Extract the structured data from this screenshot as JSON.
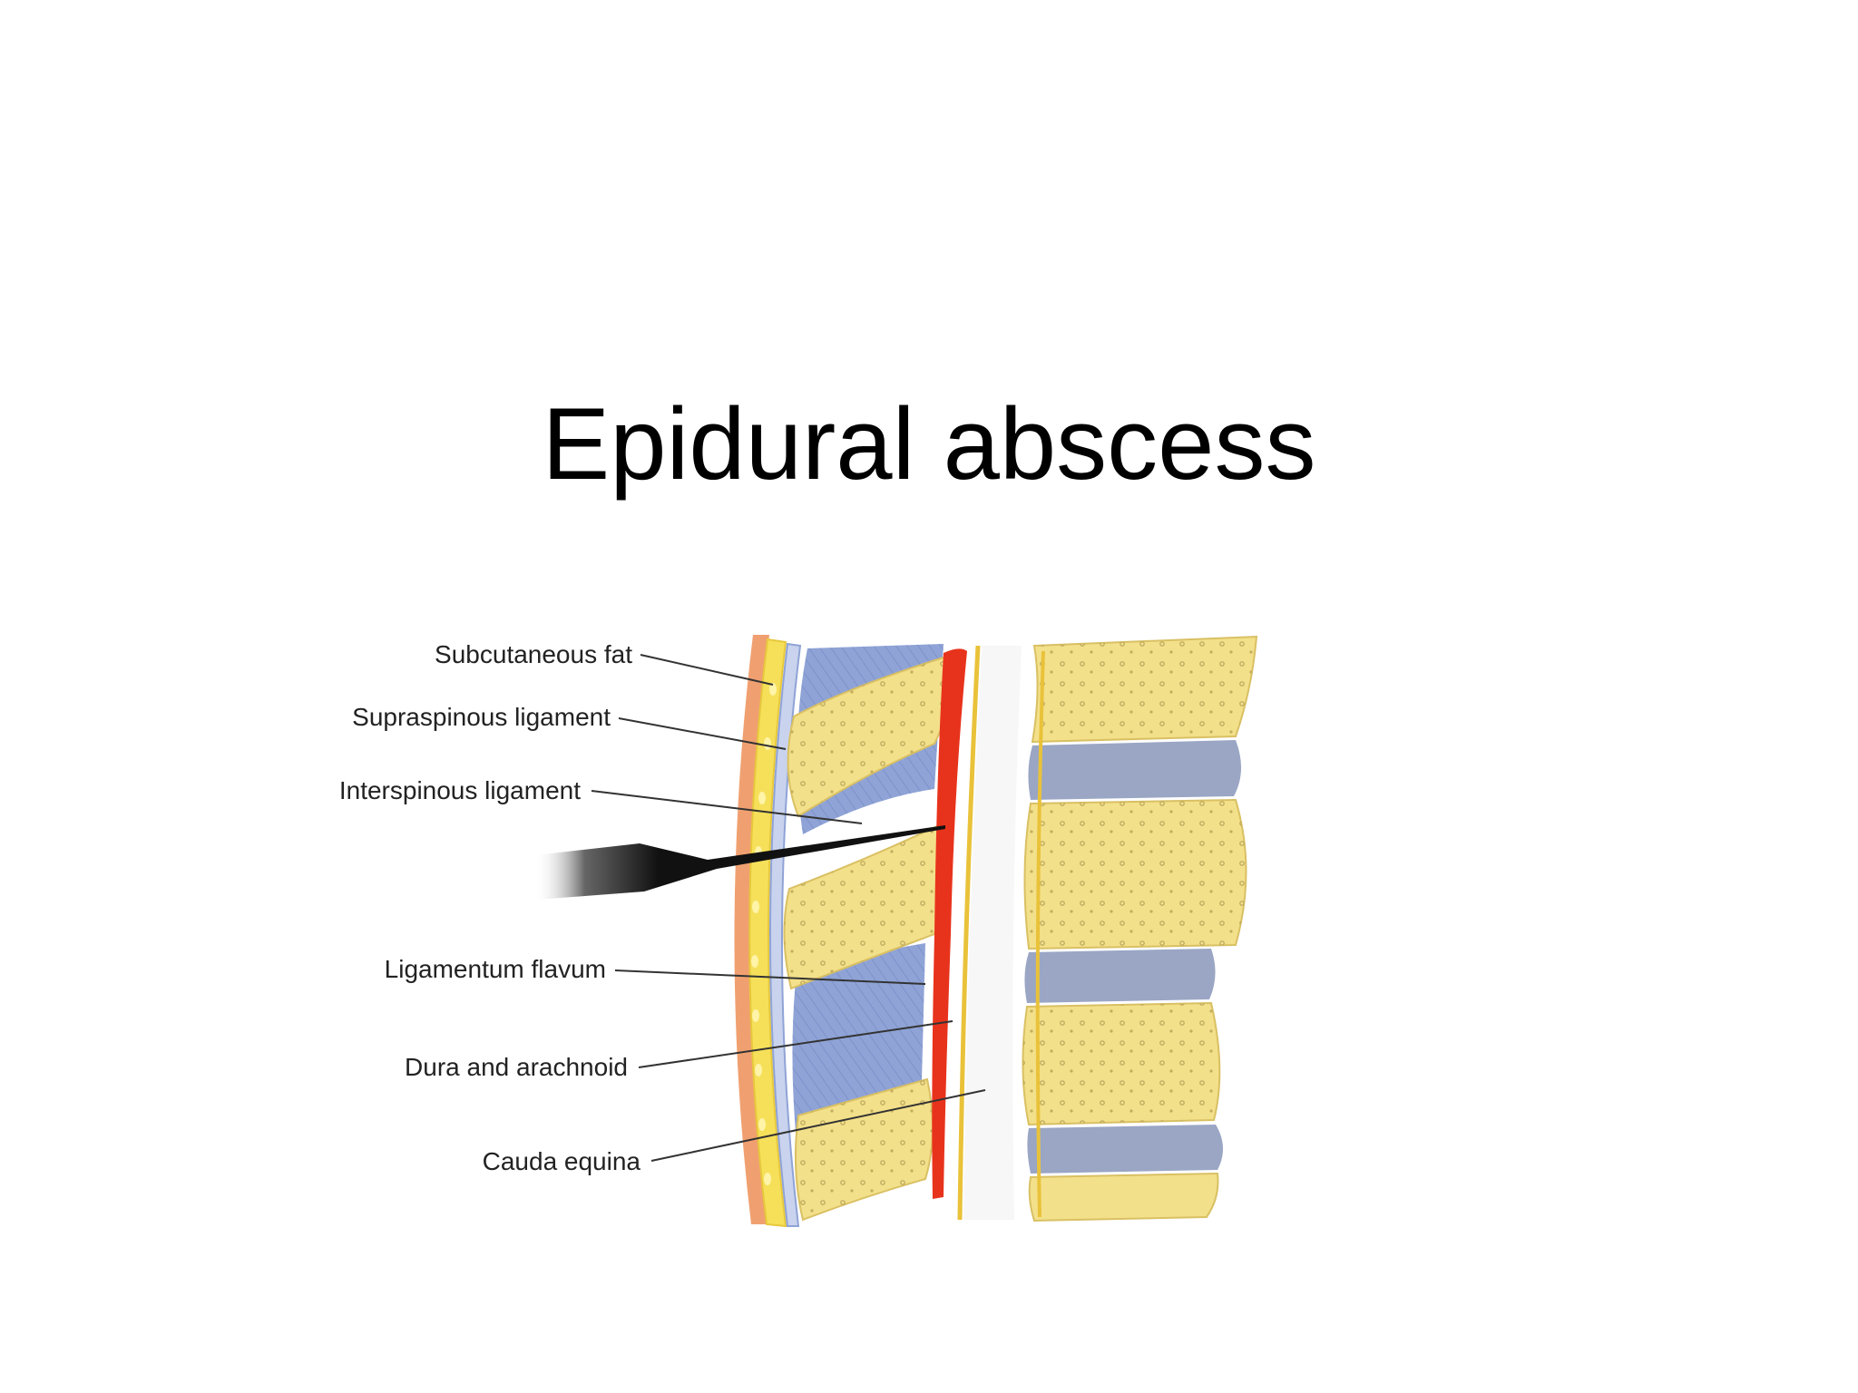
{
  "slide": {
    "title": "Epidural abscess"
  },
  "diagram": {
    "labels": {
      "subcutaneous_fat": "Subcutaneous fat",
      "supraspinous_ligament": "Supraspinous ligament",
      "interspinous_ligament": "Interspinous ligament",
      "ligamentum_flavum": "Ligamentum flavum",
      "dura_and_arachnoid": "Dura and arachnoid",
      "cauda_equina": "Cauda equina"
    },
    "colors": {
      "skin": "#f0a070",
      "fat": "#f6e05a",
      "bone": "#f3e08a",
      "ligament": "#8fa3d6",
      "disc": "#9aa6c4",
      "epidural_red": "#e8331c",
      "dura": "#e9c23a",
      "needle": "#111111"
    }
  }
}
